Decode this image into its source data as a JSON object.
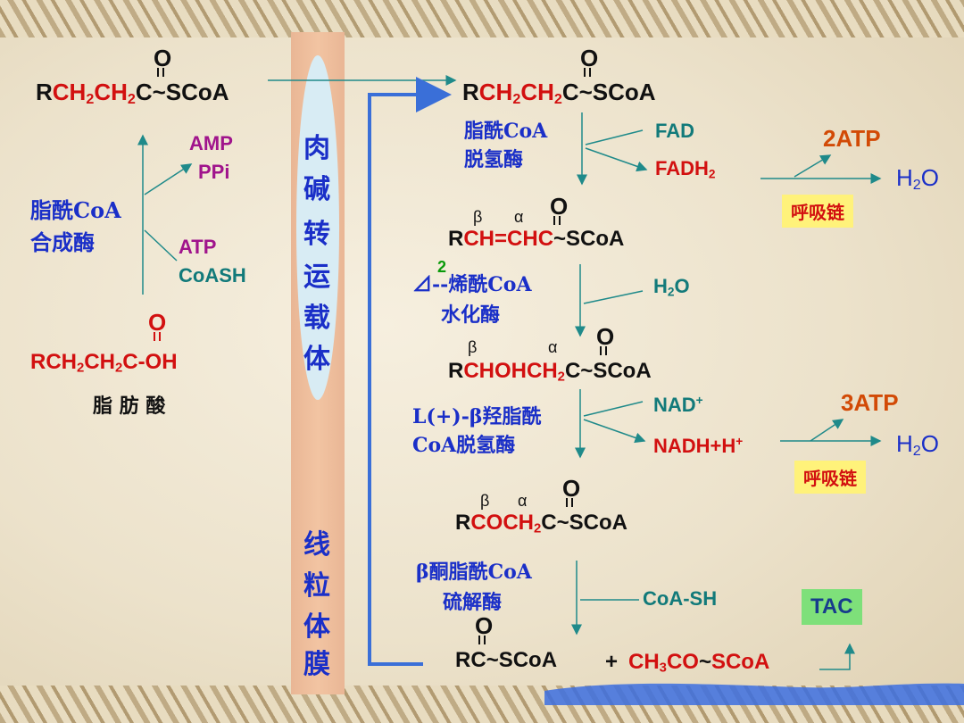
{
  "left": {
    "substrate": {
      "r": "R",
      "ch2a": "CH",
      "s2a": "2",
      "ch2b": "CH",
      "s2b": "2",
      "c": "C",
      "tail": "~SCoA",
      "o": "O"
    },
    "enzyme1": "脂酰CoA",
    "enzyme2": "合成酶",
    "amp": "AMP",
    "ppi": "PPi",
    "atp": "ATP",
    "coash": "CoASH",
    "acid": {
      "text1": "RCH",
      "s1": "2",
      "text2": "CH",
      "s2": "2",
      "text3": "C-OH",
      "o": "O"
    },
    "acid_name": "脂 肪 酸"
  },
  "membrane": {
    "carrier": [
      "肉",
      "碱",
      "转",
      "运",
      "载",
      "体"
    ],
    "membrane_label": [
      "线",
      "粒",
      "体",
      "膜"
    ]
  },
  "right": {
    "step0": {
      "r": "R",
      "ch2a": "CH",
      "s2a": "2",
      "ch2b": "CH",
      "s2b": "2",
      "c": "C",
      "tail": "~SCoA",
      "o": "O"
    },
    "enz1a": "脂酰CoA",
    "enz1b": "脱氢酶",
    "fad": "FAD",
    "fadh2": "FADH",
    "fadh2_sub": "2",
    "atp1": "2ATP",
    "h2o1": "H",
    "h2o1_sub": "2",
    "h2o1_o": "O",
    "resp1": "呼吸链",
    "step1": {
      "r": "R",
      "mid": "CH=CHC",
      "tail": "~SCoA",
      "beta": "β",
      "alpha": "α",
      "o": "O"
    },
    "enz2_num": "2",
    "enz2a": "⊿--烯酰CoA",
    "enz2b": "水化酶",
    "h2o2": "H",
    "h2o2_sub": "2",
    "h2o2_o": "O",
    "step2": {
      "r": "R",
      "mid": "CHOHCH",
      "s": "2",
      "c": "C",
      "tail": "~SCoA",
      "beta": "β",
      "alpha": "α",
      "o": "O"
    },
    "enz3a": "L(+)-β羟脂酰",
    "enz3b": "CoA脱氢酶",
    "nad": "NAD",
    "nad_sup": "+",
    "nadh": "NADH+H",
    "nadh_sup": "+",
    "atp2": "3ATP",
    "h2o3": "H",
    "h2o3_sub": "2",
    "h2o3_o": "O",
    "resp2": "呼吸链",
    "step3": {
      "r": "R",
      "mid": "COCH",
      "s": "2",
      "c": "C",
      "tail": "~SCoA",
      "beta": "β",
      "alpha": "α",
      "o": "O"
    },
    "enz4a": "β酮脂酰CoA",
    "enz4b": "硫解酶",
    "coash": "CoA-SH",
    "tac": "TAC",
    "product1": {
      "r": "R",
      "c": "C",
      "tail": "~SCoA",
      "o": "O"
    },
    "plus": "+",
    "product2": {
      "a": "CH",
      "s": "3",
      "b": "CO",
      "c": "~",
      "d": "SCoA"
    }
  }
}
